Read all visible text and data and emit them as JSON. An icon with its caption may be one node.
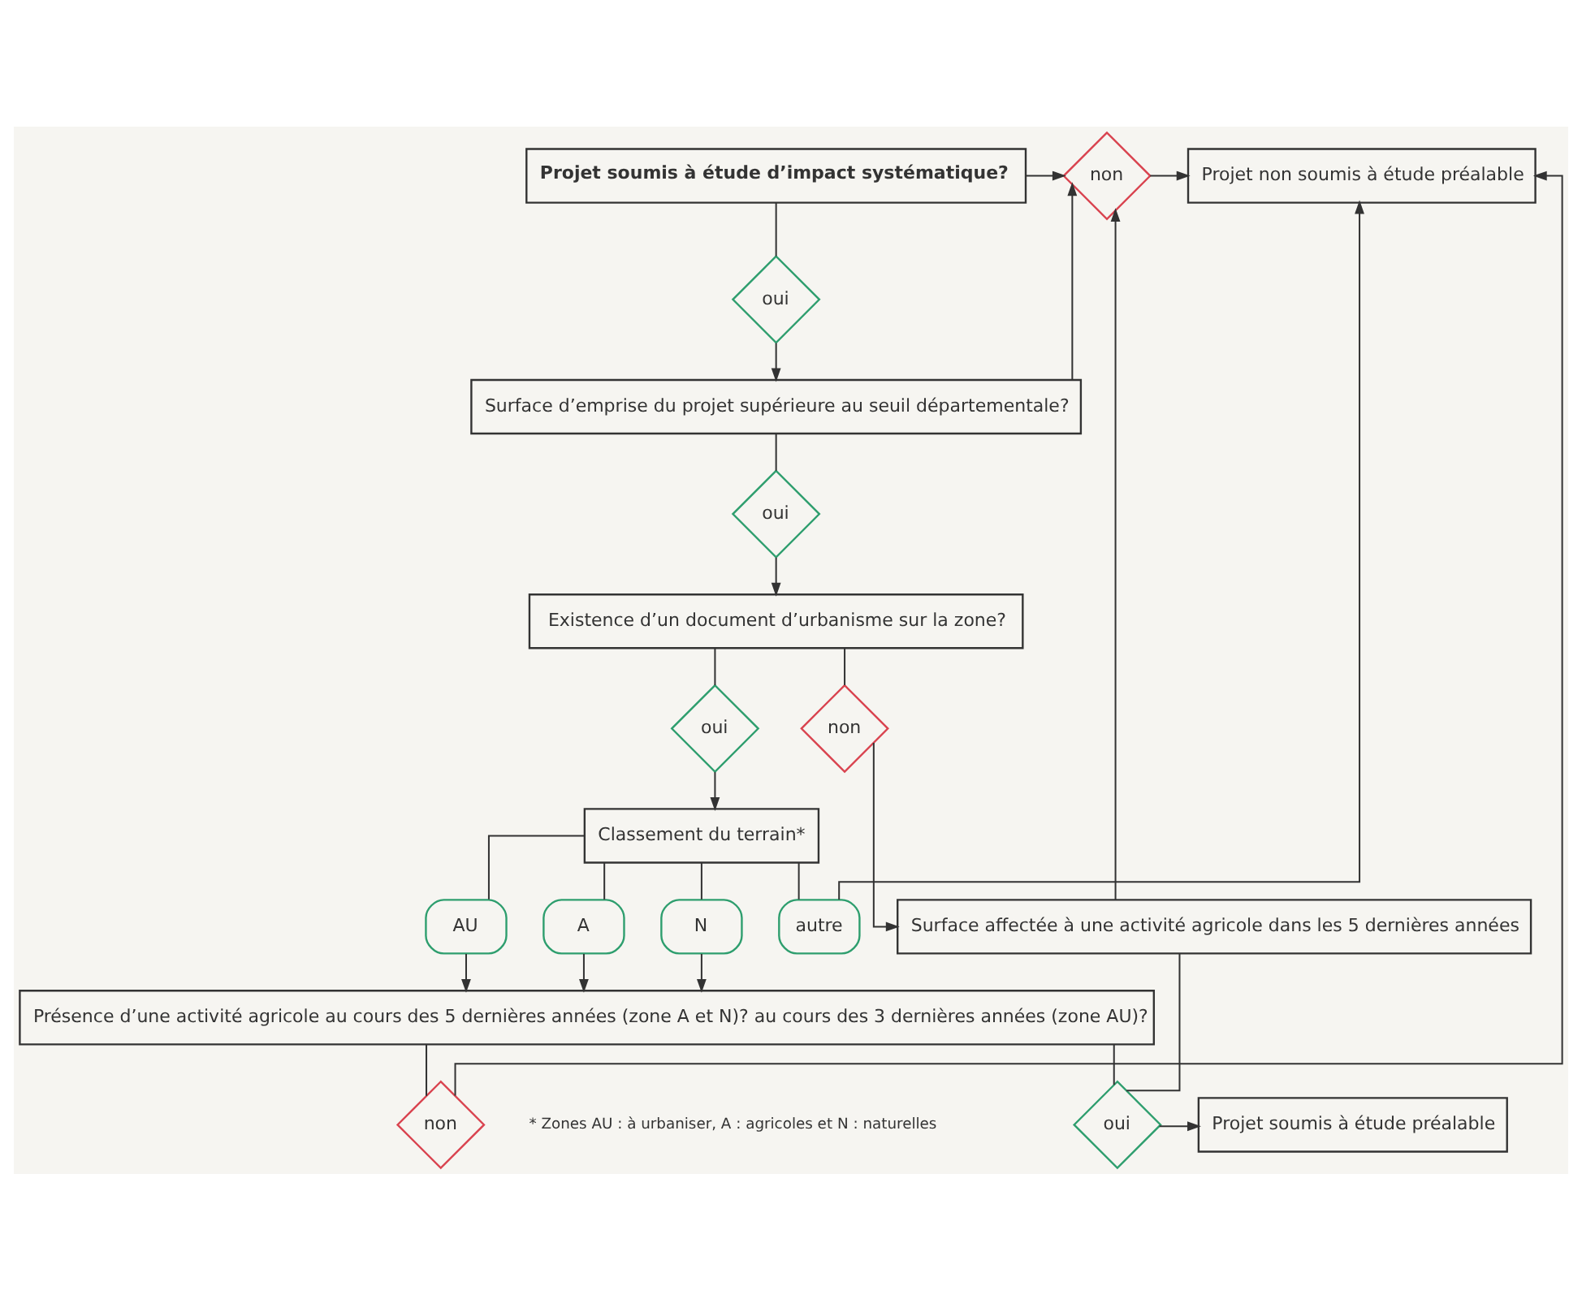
{
  "diagram": {
    "nodes": [
      {
        "text": [
          "Projet soumis à étude d’impact systématique?"
        ]
      },
      {
        "text": [
          "oui"
        ]
      },
      {
        "text": [
          "Surface d’emprise du projet supérieure au seuil départementale?"
        ]
      },
      {
        "text": [
          "non"
        ]
      },
      {
        "text": [
          "Projet non soumis à étude préalable"
        ]
      },
      {
        "text": [
          "oui"
        ]
      },
      {
        "text": [
          "Existence d’un document d’urbanisme sur la zone?"
        ]
      },
      {
        "text": [
          "oui"
        ]
      },
      {
        "text": [
          "non"
        ]
      },
      {
        "text": [
          "Classement du terrain*"
        ]
      },
      {
        "text": [
          "Surface affectée à une activité agricole dans les 5 dernières années"
        ]
      },
      {
        "text": [
          "AU"
        ]
      },
      {
        "text": [
          "A"
        ]
      },
      {
        "text": [
          "N"
        ]
      },
      {
        "text": [
          "autre"
        ]
      },
      {
        "text": [
          "Présence d’une activité agricole au cours des 5 dernières années (zone A et N)? au cours des 3 dernières années (zone AU)?"
        ]
      },
      {
        "text": [
          "oui"
        ]
      },
      {
        "text": [
          "Projet soumis à étude préalable"
        ]
      },
      {
        "text": [
          "non"
        ]
      }
    ],
    "edges": [
      {
        "from": 0,
        "to": 1,
        "arrow": "none"
      },
      {
        "from": 0,
        "to": 3,
        "arrow": "to"
      },
      {
        "from": 1,
        "to": 2,
        "arrow": "to"
      },
      {
        "from": 2,
        "to": 5,
        "arrow": "none"
      },
      {
        "from": 2,
        "to": 3,
        "arrow": "to"
      },
      {
        "from": 3,
        "to": 4,
        "arrow": "to"
      },
      {
        "from": 5,
        "to": 6,
        "arrow": "to"
      },
      {
        "from": 6,
        "to": 7,
        "arrow": "none"
      },
      {
        "from": 6,
        "to": 8,
        "arrow": "none"
      },
      {
        "from": 7,
        "to": 9,
        "arrow": "to"
      },
      {
        "from": 8,
        "to": 10,
        "arrow": "to"
      },
      {
        "from": 10,
        "to": 3,
        "arrow": "to"
      },
      {
        "from": 9,
        "to": 11,
        "arrow": "none"
      },
      {
        "from": 9,
        "to": 12,
        "arrow": "none"
      },
      {
        "from": 9,
        "to": 13,
        "arrow": "none"
      },
      {
        "from": 9,
        "to": 14,
        "arrow": "none"
      },
      {
        "from": 14,
        "to": 4,
        "arrow": "to"
      },
      {
        "from": 11,
        "to": 15,
        "arrow": "to"
      },
      {
        "from": 12,
        "to": 15,
        "arrow": "to"
      },
      {
        "from": 13,
        "to": 15,
        "arrow": "to"
      },
      {
        "from": 10,
        "to": 16,
        "arrow": "none"
      },
      {
        "from": 15,
        "to": 16,
        "arrow": "none"
      },
      {
        "from": 15,
        "to": 18,
        "arrow": "none"
      },
      {
        "from": 16,
        "to": 17,
        "arrow": "to"
      },
      {
        "from": 18,
        "to": 4,
        "arrow": "to"
      }
    ],
    "labels": [
      "* Zones AU : à urbaniser, A : agricoles et N : naturelles"
    ]
  }
}
